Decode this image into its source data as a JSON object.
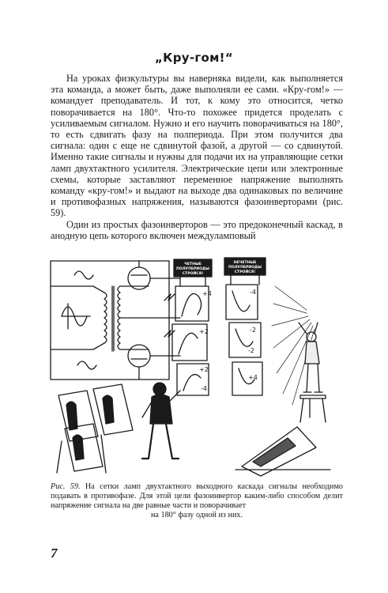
{
  "page": {
    "title": "„Кру-гом!“",
    "paragraphs": [
      "На уроках физкультуры вы наверняка видели, как выполняется эта команда, а может быть, даже выполняли ее сами. «Кру-гом!» — командует преподаватель. И тот, к кому это относится, четко поворачивается на 180°. Что-то похожее придется проделать с усиливаемым сигналом. Нужно и его научить поворачиваться на 180°, то есть сдвигать фазу на полпериода. При этом получится два сигнала: один с еще не сдвинутой фазой, а другой — со сдвинутой. Именно такие сигналы и нужны для подачи их на управляющие сетки ламп двухтактного усилителя. Электрические цепи или электронные схемы, которые заставляют переменное напряжение выполнять команду «кру-гом!» и выдают на выходе два одинаковых по величине и противофазных напряжения, называются фазоинверторами (рис. 59).",
      "Один из простых фазоинверторов — это предоконечный каскад, в анодную цепь которого включен междуламповый"
    ],
    "caption": {
      "lead": "Рис. 59.",
      "text": "На сетки ламп двухтактного выходного каскада сигналы необходимо подавать в противофазе. Для этой цели фазоинвертор каким-либо способом делит напряжение сигнала на две равные части и поворачивает",
      "last_line": "на 180° фазу одной из них."
    },
    "page_number": "7"
  },
  "figure": {
    "sign_left": [
      "ЧЕТНЫЕ",
      "ПОЛУПЕРИОДЫ",
      "СТРОЙСЯ!"
    ],
    "sign_right": [
      "НЕЧЕТНЫЕ",
      "ПОЛУПЕРИОДЫ",
      "СТРОЙСЯ!"
    ],
    "plus_marks": [
      "+4",
      "+2",
      "+2",
      "+4"
    ],
    "minus_marks": [
      "-4",
      "-2",
      "-2",
      "-4"
    ]
  }
}
